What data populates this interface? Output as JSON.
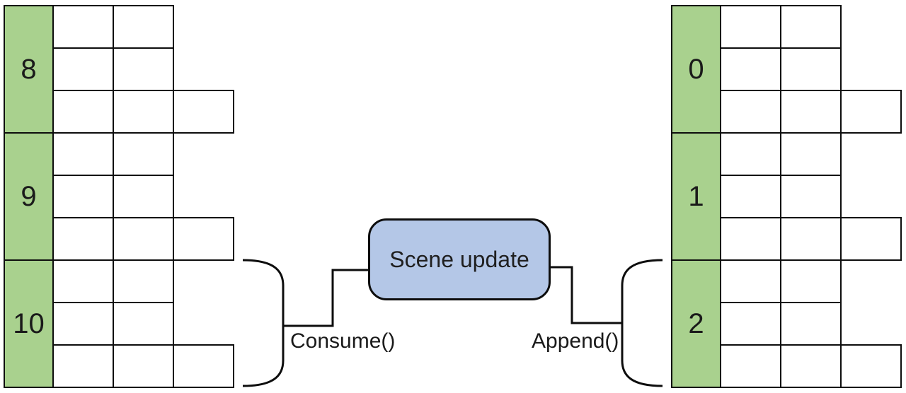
{
  "colors": {
    "chunk_fill": "#a9d18e",
    "box_fill": "#b4c7e7",
    "stroke": "#0d0d0d",
    "text": "#1a1a1a"
  },
  "scene_box": {
    "label": "Scene update"
  },
  "operations": {
    "consume_label": "Consume()",
    "append_label": "Append()"
  },
  "left_buffer": {
    "chunk_labels": [
      "8",
      "9",
      "10"
    ],
    "cells_per_row": [
      2,
      2,
      3
    ]
  },
  "right_buffer": {
    "chunk_labels": [
      "0",
      "1",
      "2"
    ],
    "cells_per_row": [
      2,
      2,
      3
    ]
  }
}
